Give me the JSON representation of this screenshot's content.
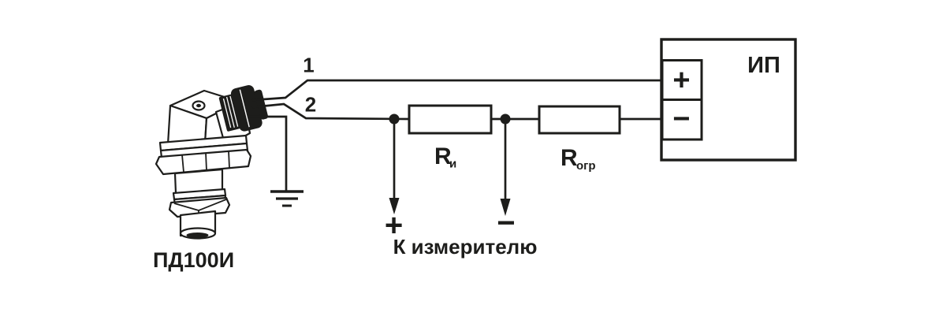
{
  "figure": {
    "title_semantic": "Pressure transducer current-output wiring diagram",
    "colors": {
      "line": "#1d1d1b",
      "background": "#ffffff"
    },
    "sensor": {
      "label": "ПД100И"
    },
    "wires": [
      {
        "label": "1"
      },
      {
        "label": "2"
      }
    ],
    "resistors": [
      {
        "name": "load-resistor",
        "symbol": "R",
        "subscript": "и"
      },
      {
        "name": "limiting-resistor",
        "symbol": "R",
        "subscript": "огр"
      }
    ],
    "measurement": {
      "plus": "+",
      "minus": "−",
      "caption": "К измерителю"
    },
    "power_supply": {
      "label": "ИП",
      "plus_terminal": "+",
      "minus_terminal": "−"
    }
  }
}
